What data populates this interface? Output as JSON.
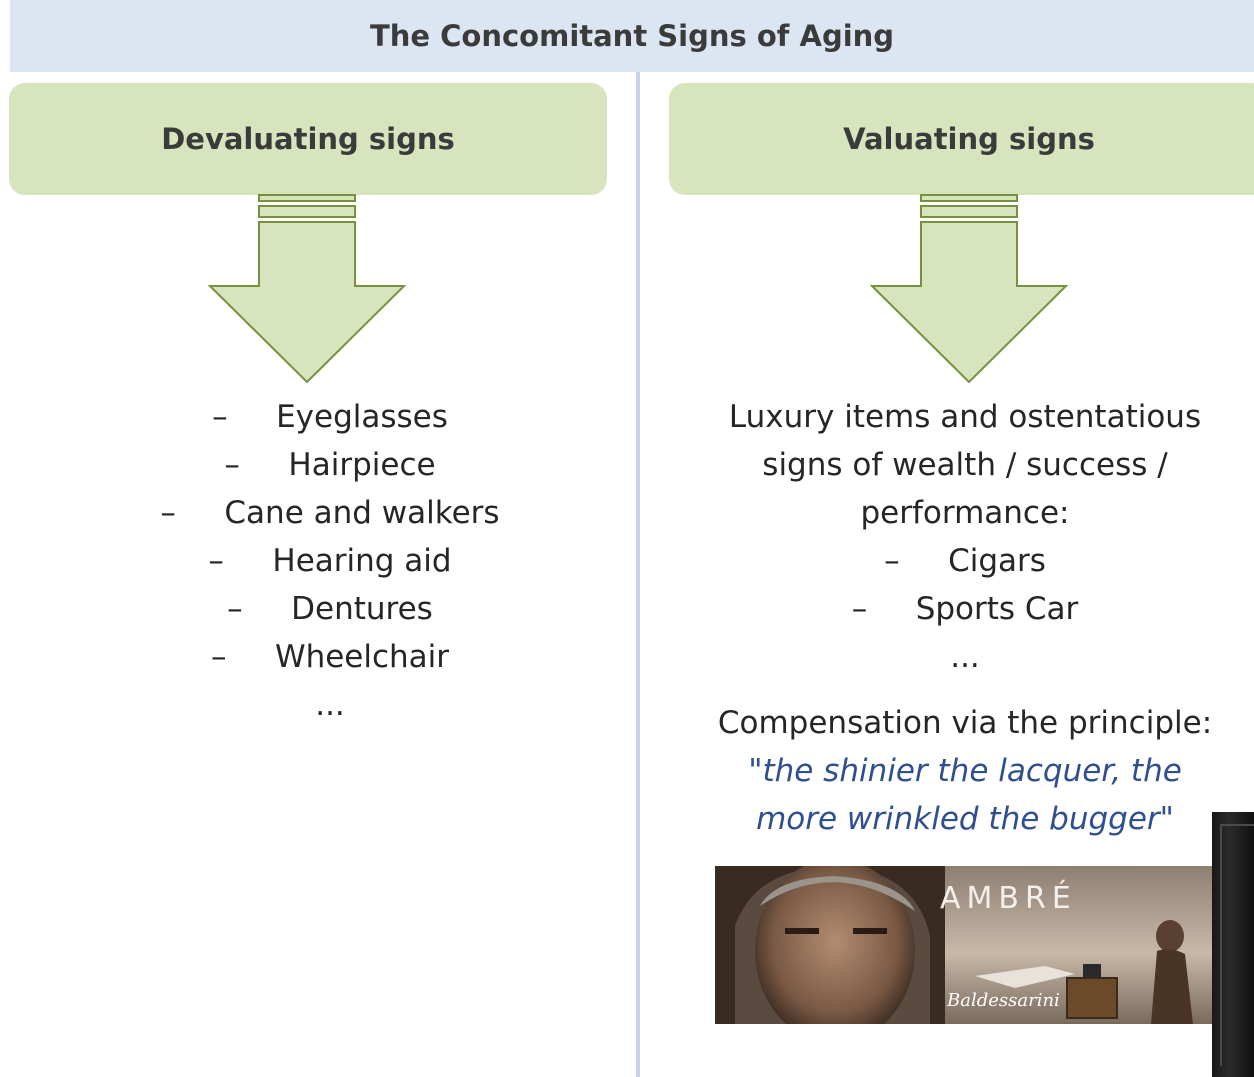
{
  "title": "The Concomitant Signs of Aging",
  "left": {
    "heading": "Devaluating signs",
    "items": [
      "Eyeglasses",
      "Hairpiece",
      "Cane and walkers",
      "Hearing aid",
      "Dentures",
      "Wheelchair"
    ],
    "ellipsis": "..."
  },
  "right": {
    "heading": "Valuating signs",
    "intro": [
      "Luxury items and ostentatious",
      "signs of wealth / success /",
      "performance:"
    ],
    "items": [
      "Cigars",
      "Sports Car"
    ],
    "ellipsis": "...",
    "principle_intro": "Compensation via the principle:",
    "quote_open": "\"",
    "quote_line1": "the shinier the lacquer, the",
    "quote_line2": "more wrinkled the bugger",
    "quote_close": "\""
  },
  "ad": {
    "brand_text": "AMBRÉ",
    "signature_text": "Baldessarini"
  },
  "colors": {
    "title_bg": "#dce6f2",
    "box_bg": "#d7e4bd",
    "arrow_fill": "#d7e4bd",
    "arrow_stroke": "#76923c",
    "quote_color": "#2f4f8f"
  },
  "icons": {
    "dash": "–"
  }
}
